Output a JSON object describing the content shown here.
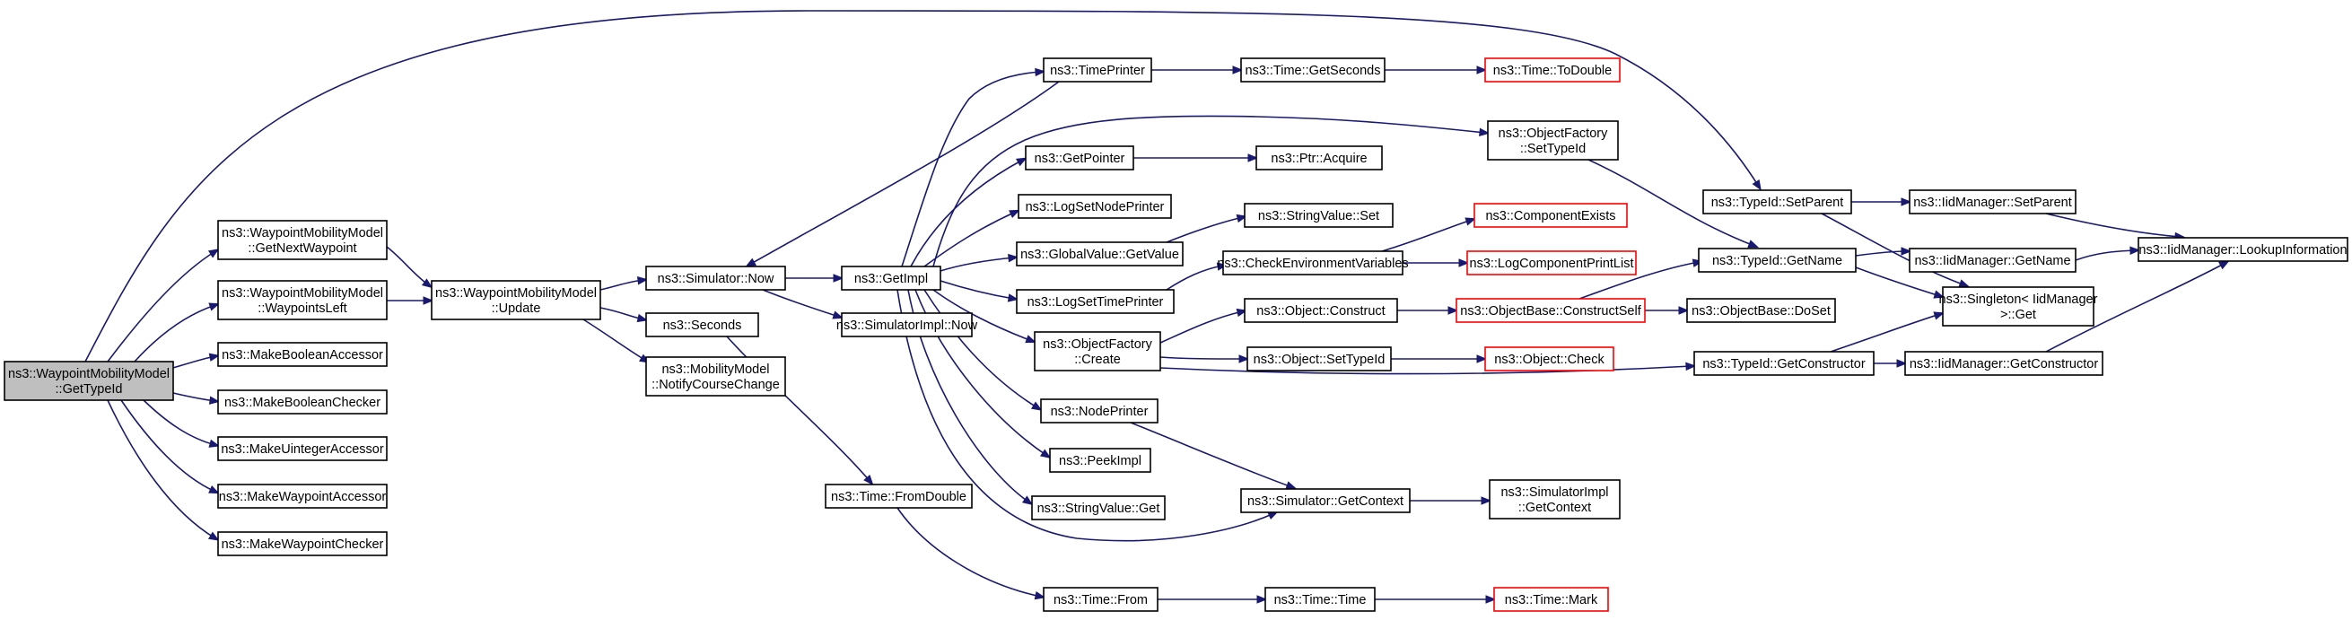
{
  "nodes": [
    {
      "id": "root",
      "lines": [
        "ns3::WaypointMobilityModel",
        "::GetTypeId"
      ],
      "style": "root"
    },
    {
      "id": "getnextwp",
      "lines": [
        "ns3::WaypointMobilityModel",
        "::GetNextWaypoint"
      ],
      "style": "normal"
    },
    {
      "id": "wpleft",
      "lines": [
        "ns3::WaypointMobilityModel",
        "::WaypointsLeft"
      ],
      "style": "normal"
    },
    {
      "id": "mkboolacc",
      "lines": [
        "ns3::MakeBooleanAccessor"
      ],
      "style": "normal"
    },
    {
      "id": "mkboolchk",
      "lines": [
        "ns3::MakeBooleanChecker"
      ],
      "style": "normal"
    },
    {
      "id": "mkuintacc",
      "lines": [
        "ns3::MakeUintegerAccessor"
      ],
      "style": "normal"
    },
    {
      "id": "mkwpacc",
      "lines": [
        "ns3::MakeWaypointAccessor"
      ],
      "style": "normal"
    },
    {
      "id": "mkwpchk",
      "lines": [
        "ns3::MakeWaypointChecker"
      ],
      "style": "normal"
    },
    {
      "id": "update",
      "lines": [
        "ns3::WaypointMobilityModel",
        "::Update"
      ],
      "style": "normal"
    },
    {
      "id": "simnow",
      "lines": [
        "ns3::Simulator::Now"
      ],
      "style": "normal"
    },
    {
      "id": "seconds",
      "lines": [
        "ns3::Seconds"
      ],
      "style": "normal"
    },
    {
      "id": "notify",
      "lines": [
        "ns3::MobilityModel",
        "::NotifyCourseChange"
      ],
      "style": "normal"
    },
    {
      "id": "getimpl",
      "lines": [
        "ns3::GetImpl"
      ],
      "style": "normal"
    },
    {
      "id": "simimplnow",
      "lines": [
        "ns3::SimulatorImpl::Now"
      ],
      "style": "normal"
    },
    {
      "id": "fromdouble",
      "lines": [
        "ns3::Time::FromDouble"
      ],
      "style": "normal"
    },
    {
      "id": "timeprinter",
      "lines": [
        "ns3::TimePrinter"
      ],
      "style": "normal"
    },
    {
      "id": "getpointer",
      "lines": [
        "ns3::GetPointer"
      ],
      "style": "normal"
    },
    {
      "id": "lognodeprinter",
      "lines": [
        "ns3::LogSetNodePrinter"
      ],
      "style": "normal"
    },
    {
      "id": "gvgetvalue",
      "lines": [
        "ns3::GlobalValue::GetValue"
      ],
      "style": "normal"
    },
    {
      "id": "logtimeprinter",
      "lines": [
        "ns3::LogSetTimePrinter"
      ],
      "style": "normal"
    },
    {
      "id": "ofcreate",
      "lines": [
        "ns3::ObjectFactory",
        "::Create"
      ],
      "style": "normal"
    },
    {
      "id": "nodeprinter",
      "lines": [
        "ns3::NodePrinter"
      ],
      "style": "normal"
    },
    {
      "id": "peekimpl",
      "lines": [
        "ns3::PeekImpl"
      ],
      "style": "normal"
    },
    {
      "id": "svget",
      "lines": [
        "ns3::StringValue::Get"
      ],
      "style": "normal"
    },
    {
      "id": "timefrom",
      "lines": [
        "ns3::Time::From"
      ],
      "style": "normal"
    },
    {
      "id": "getseconds",
      "lines": [
        "ns3::Time::GetSeconds"
      ],
      "style": "normal"
    },
    {
      "id": "ptracquire",
      "lines": [
        "ns3::Ptr::Acquire"
      ],
      "style": "normal"
    },
    {
      "id": "svset",
      "lines": [
        "ns3::StringValue::Set"
      ],
      "style": "normal"
    },
    {
      "id": "checkenv",
      "lines": [
        "ns3::CheckEnvironmentVariables"
      ],
      "style": "normal"
    },
    {
      "id": "objconstruct",
      "lines": [
        "ns3::Object::Construct"
      ],
      "style": "normal"
    },
    {
      "id": "objsettypeid",
      "lines": [
        "ns3::Object::SetTypeId"
      ],
      "style": "normal"
    },
    {
      "id": "simgetctx",
      "lines": [
        "ns3::Simulator::GetContext"
      ],
      "style": "normal"
    },
    {
      "id": "timetime",
      "lines": [
        "ns3::Time::Time"
      ],
      "style": "normal"
    },
    {
      "id": "todouble",
      "lines": [
        "ns3::Time::ToDouble"
      ],
      "style": "red"
    },
    {
      "id": "ofsettypeid",
      "lines": [
        "ns3::ObjectFactory",
        "::SetTypeId"
      ],
      "style": "normal"
    },
    {
      "id": "compexists",
      "lines": [
        "ns3::ComponentExists"
      ],
      "style": "red"
    },
    {
      "id": "logcomplist",
      "lines": [
        "ns3::LogComponentPrintList"
      ],
      "style": "red"
    },
    {
      "id": "obconstructself",
      "lines": [
        "ns3::ObjectBase::ConstructSelf"
      ],
      "style": "red"
    },
    {
      "id": "objcheck",
      "lines": [
        "ns3::Object::Check"
      ],
      "style": "red"
    },
    {
      "id": "simimplgetctx",
      "lines": [
        "ns3::SimulatorImpl",
        "::GetContext"
      ],
      "style": "normal"
    },
    {
      "id": "timemark",
      "lines": [
        "ns3::Time::Mark"
      ],
      "style": "red"
    },
    {
      "id": "obdoset",
      "lines": [
        "ns3::ObjectBase::DoSet"
      ],
      "style": "normal"
    },
    {
      "id": "tidsetparent",
      "lines": [
        "ns3::TypeId::SetParent"
      ],
      "style": "normal"
    },
    {
      "id": "tidgetname",
      "lines": [
        "ns3::TypeId::GetName"
      ],
      "style": "normal"
    },
    {
      "id": "tidgetctor",
      "lines": [
        "ns3::TypeId::GetConstructor"
      ],
      "style": "normal"
    },
    {
      "id": "iidsetparent",
      "lines": [
        "ns3::IidManager::SetParent"
      ],
      "style": "normal"
    },
    {
      "id": "iidgetname",
      "lines": [
        "ns3::IidManager::GetName"
      ],
      "style": "normal"
    },
    {
      "id": "singleton",
      "lines": [
        "ns3::Singleton< IidManager",
        " >::Get"
      ],
      "style": "normal"
    },
    {
      "id": "iidgetctor",
      "lines": [
        "ns3::IidManager::GetConstructor"
      ],
      "style": "normal"
    },
    {
      "id": "lookupinfo",
      "lines": [
        "ns3::IidManager::LookupInformation"
      ],
      "style": "normal"
    }
  ],
  "edges": [
    [
      "root",
      "getnextwp"
    ],
    [
      "root",
      "wpleft"
    ],
    [
      "root",
      "mkboolacc"
    ],
    [
      "root",
      "mkboolchk"
    ],
    [
      "root",
      "mkuintacc"
    ],
    [
      "root",
      "mkwpacc"
    ],
    [
      "root",
      "mkwpchk"
    ],
    [
      "root",
      "tidsetparent"
    ],
    [
      "getnextwp",
      "update"
    ],
    [
      "wpleft",
      "update"
    ],
    [
      "update",
      "simnow"
    ],
    [
      "update",
      "seconds"
    ],
    [
      "update",
      "notify"
    ],
    [
      "simnow",
      "getimpl"
    ],
    [
      "simnow",
      "simimplnow"
    ],
    [
      "seconds",
      "fromdouble"
    ],
    [
      "fromdouble",
      "timefrom"
    ],
    [
      "getimpl",
      "timeprinter"
    ],
    [
      "getimpl",
      "getpointer"
    ],
    [
      "getimpl",
      "lognodeprinter"
    ],
    [
      "getimpl",
      "gvgetvalue"
    ],
    [
      "getimpl",
      "logtimeprinter"
    ],
    [
      "getimpl",
      "ofcreate"
    ],
    [
      "getimpl",
      "nodeprinter"
    ],
    [
      "getimpl",
      "peekimpl"
    ],
    [
      "getimpl",
      "svget"
    ],
    [
      "getimpl",
      "ofsettypeid"
    ],
    [
      "getimpl",
      "simgetctx"
    ],
    [
      "timeprinter",
      "simnow"
    ],
    [
      "timeprinter",
      "getseconds"
    ],
    [
      "getseconds",
      "todouble"
    ],
    [
      "getpointer",
      "ptracquire"
    ],
    [
      "gvgetvalue",
      "svset"
    ],
    [
      "logtimeprinter",
      "checkenv"
    ],
    [
      "checkenv",
      "compexists"
    ],
    [
      "checkenv",
      "logcomplist"
    ],
    [
      "ofcreate",
      "objconstruct"
    ],
    [
      "ofcreate",
      "objsettypeid"
    ],
    [
      "ofcreate",
      "tidgetctor"
    ],
    [
      "objconstruct",
      "obconstructself"
    ],
    [
      "obconstructself",
      "obdoset"
    ],
    [
      "obconstructself",
      "tidgetname"
    ],
    [
      "objsettypeid",
      "objcheck"
    ],
    [
      "nodeprinter",
      "simgetctx"
    ],
    [
      "simgetctx",
      "simimplgetctx"
    ],
    [
      "timefrom",
      "timetime"
    ],
    [
      "timetime",
      "timemark"
    ],
    [
      "ofsettypeid",
      "tidgetname"
    ],
    [
      "tidsetparent",
      "iidsetparent"
    ],
    [
      "tidsetparent",
      "singleton"
    ],
    [
      "tidgetname",
      "iidgetname"
    ],
    [
      "tidgetname",
      "singleton"
    ],
    [
      "tidgetctor",
      "iidgetctor"
    ],
    [
      "tidgetctor",
      "singleton"
    ],
    [
      "iidsetparent",
      "lookupinfo"
    ],
    [
      "iidgetname",
      "lookupinfo"
    ],
    [
      "iidgetctor",
      "lookupinfo"
    ]
  ]
}
